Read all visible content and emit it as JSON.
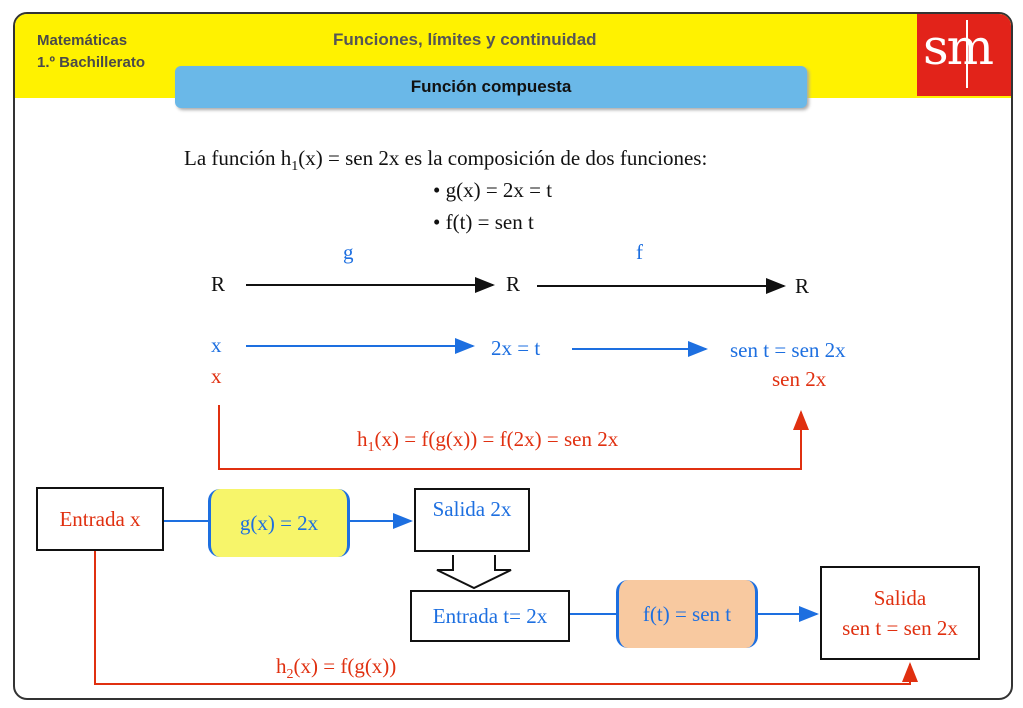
{
  "header": {
    "subject_line1": "Matemáticas",
    "subject_line2": "1.º Bachillerato",
    "topic": "Funciones, límites y continuidad",
    "section": "Función compuesta",
    "logo": "sm"
  },
  "intro": {
    "line1_a": "La función h",
    "line1_sub": "1",
    "line1_b": "(x) = sen 2x es la composición de dos funciones:",
    "bullet_g": "• g(x) = 2x = t",
    "bullet_f": "• f(t) = sen t"
  },
  "mapping": {
    "g_label": "g",
    "f_label": "f",
    "set1": "R",
    "set2": "R",
    "set3": "R",
    "x_blue": "x",
    "mid_blue": "2x = t",
    "end_blue": "sen t = sen 2x",
    "x_red": "x",
    "end_red": "sen 2x",
    "h1_a": "h",
    "h1_sub": "1",
    "h1_b": "(x) = f(g(x)) = f(2x) = sen 2x"
  },
  "flow": {
    "entrada_x": "Entrada x",
    "g_box": "g(x) = 2x",
    "salida_2x": "Salida 2x",
    "entrada_t": "Entrada t= 2x",
    "f_box": "f(t) = sen t",
    "salida_line1": "Salida",
    "salida_line2": "sen t = sen 2x",
    "h2_a": "h",
    "h2_sub": "2",
    "h2_b": "(x) = f(g(x))"
  },
  "colors": {
    "header_yellow": "#fff200",
    "section_blue": "#6ab8e8",
    "logo_red": "#e2231a",
    "text_blue": "#1d6fe0",
    "text_red": "#e03010",
    "g_box_fill": "#f7f56a",
    "f_box_fill": "#f8c9a0"
  }
}
